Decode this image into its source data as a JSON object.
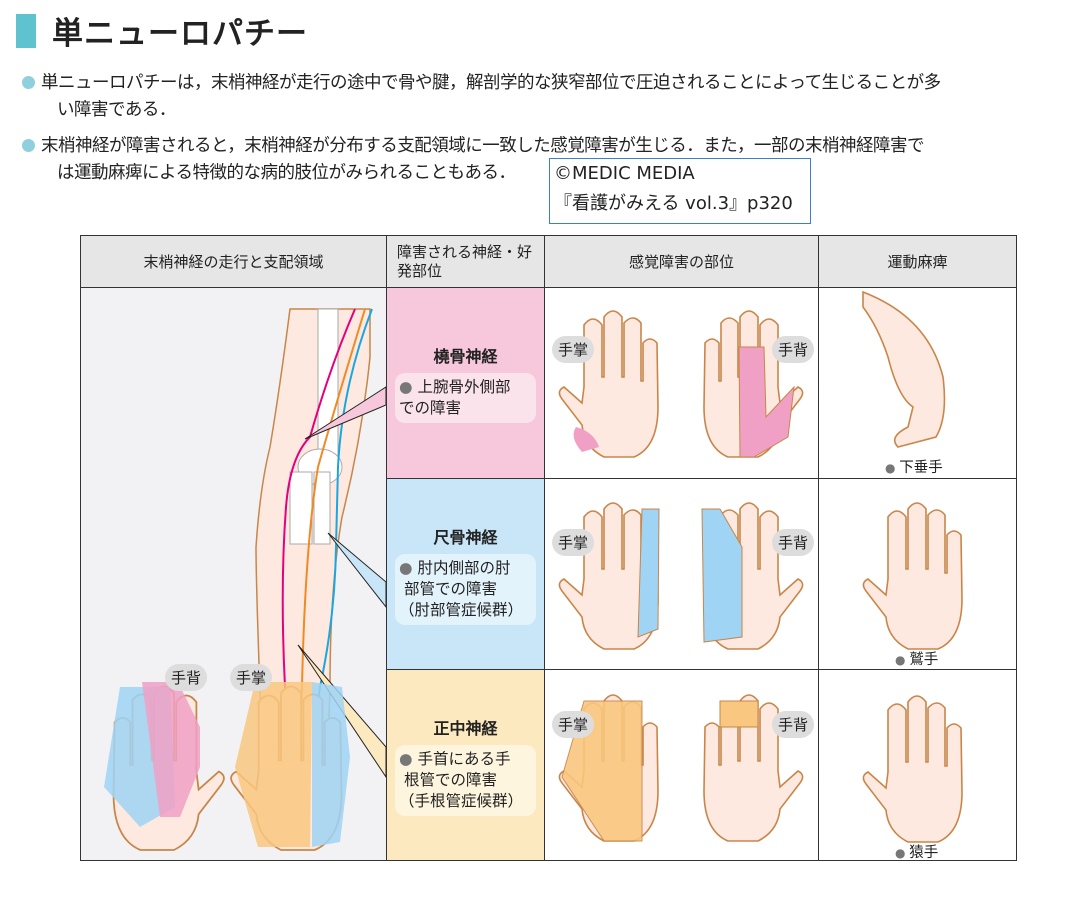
{
  "heading": "単ニューロパチー",
  "bullets": [
    {
      "line1": "単ニューロパチーは，末梢神経が走行の途中で骨や腱，解剖学的な狭窄部位で圧迫されることによって生じることが多",
      "line2": "い障害である．"
    },
    {
      "line1": "末梢神経が障害されると，末梢神経が分布する支配領域に一致した感覚障害が生じる．また，一部の末梢神経障害で",
      "line2": "は運動麻痺による特徴的な病的肢位がみられることもある．"
    }
  ],
  "credit": {
    "line1": "©MEDIC MEDIA",
    "line2": "『看護がみえる vol.3』p320"
  },
  "table": {
    "headers": [
      "末梢神経の走行と支配領域",
      "障害される神経・好発部位",
      "感覚障害の部位",
      "運動麻痺"
    ],
    "rows": [
      {
        "nerve": "橈骨神経",
        "site": [
          "上腕骨外側部",
          "での障害"
        ],
        "paralysis": "下垂手"
      },
      {
        "nerve": "尺骨神経",
        "site": [
          "肘内側部の肘",
          "部管での障害",
          "（肘部管症候群）"
        ],
        "paralysis": "鷲手"
      },
      {
        "nerve": "正中神経",
        "site": [
          "手首にある手",
          "根管での障害",
          "（手根管症候群）"
        ],
        "paralysis": "猿手"
      }
    ],
    "palm_label": "手掌",
    "back_label": "手背"
  },
  "colors": {
    "radial": "#f0a0c4",
    "ulnar": "#9fd4f4",
    "median": "#f9c77f",
    "skin": "#fde9df",
    "outline": "#c8864a"
  }
}
